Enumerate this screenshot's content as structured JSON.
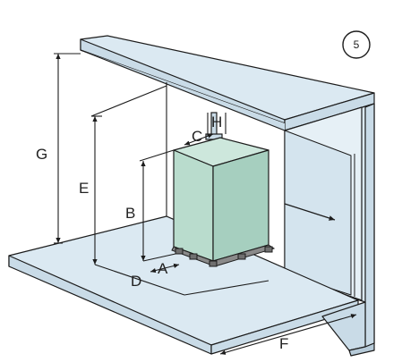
{
  "figure": {
    "step_number": "5",
    "labels": {
      "A": "A",
      "B": "B",
      "C": "C",
      "D": "D",
      "E": "E",
      "F": "F",
      "G": "G",
      "H": "H"
    }
  },
  "colors": {
    "structure_fill": "#dbe9f2",
    "structure_side": "#c9dbe7",
    "structure_dark": "#b6cad8",
    "outline": "#1c1c1c",
    "crate_front": "#b9dccd",
    "crate_side": "#a6cfbf",
    "crate_top": "#cde7dc",
    "pallet": "#6f6f6f",
    "dimension_line": "#1c1c1c"
  }
}
